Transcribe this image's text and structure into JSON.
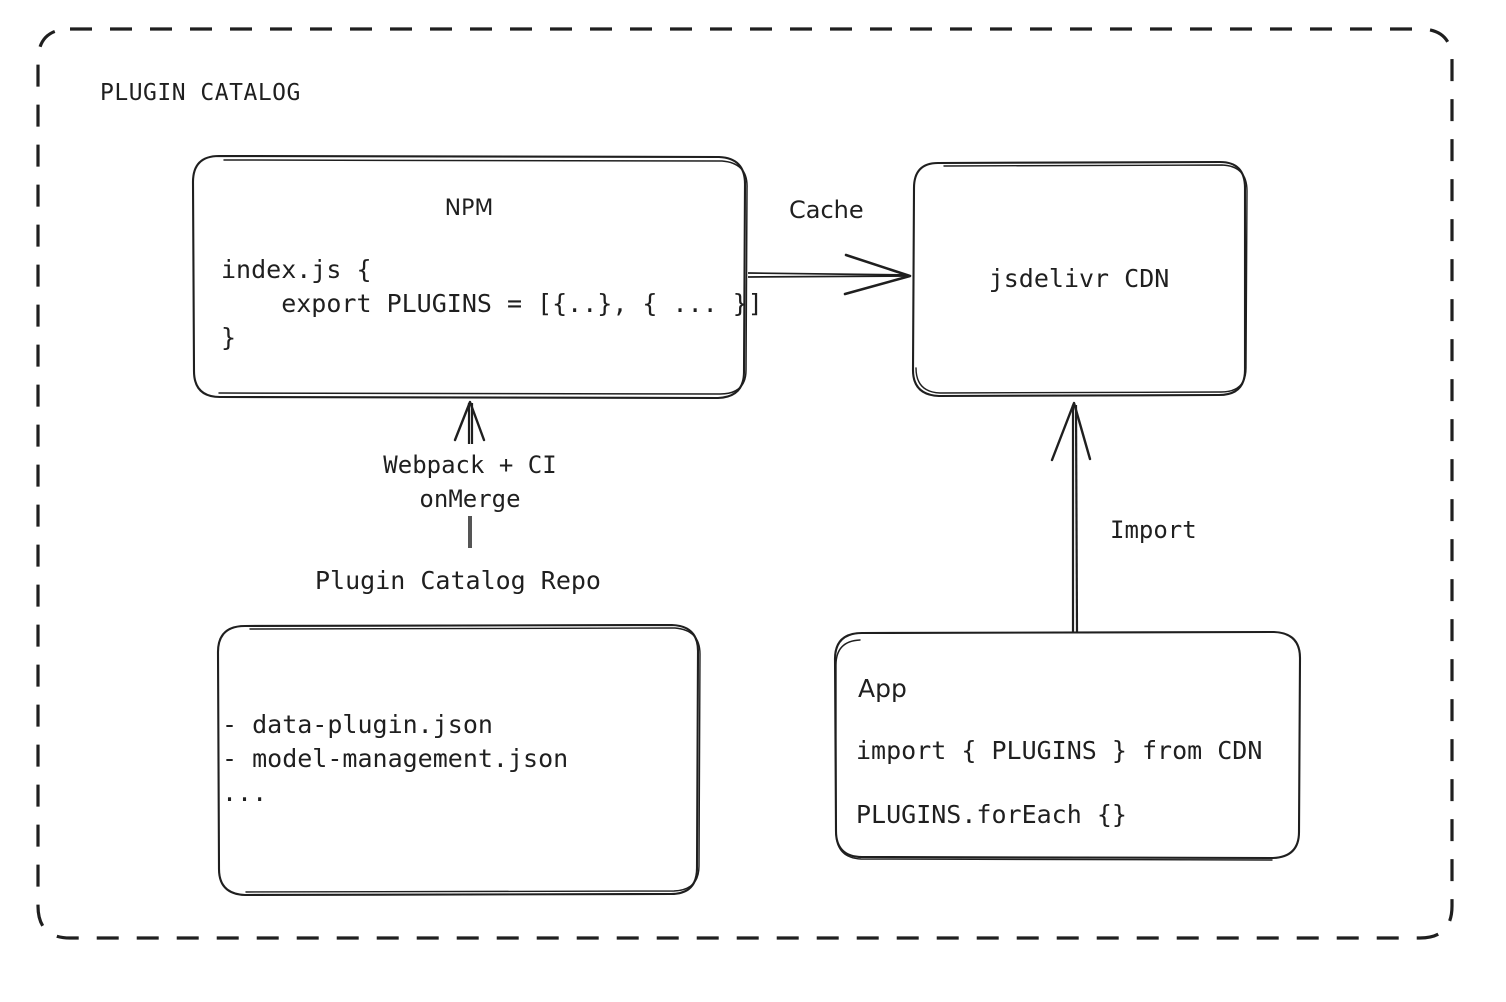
{
  "diagram": {
    "group": {
      "title": "PLUGIN CATALOG"
    },
    "nodes": {
      "npm": {
        "title": "NPM",
        "code": "index.js {\n    export PLUGINS = [{..}, { ... }]\n}"
      },
      "cdn": {
        "title": "jsdelivr CDN"
      },
      "repo": {
        "caption": "Plugin Catalog Repo",
        "code": "- data-plugin.json\n- model-management.json\n..."
      },
      "app": {
        "title": "App",
        "code_line_1": "import { PLUGINS } from CDN",
        "code_line_2": "PLUGINS.forEach {}"
      }
    },
    "edges": {
      "cache": "Cache",
      "webpack": "Webpack + CI\nonMerge",
      "import": "Import"
    },
    "colors": {
      "stroke": "#1f1f1f",
      "text": "#1f1f1f",
      "background": "#ffffff",
      "stub": "#555555"
    }
  }
}
